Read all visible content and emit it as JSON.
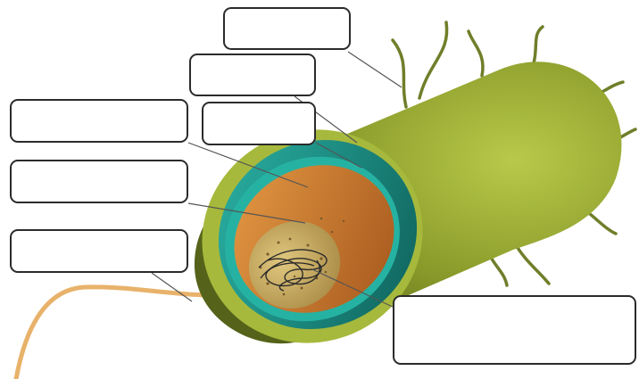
{
  "diagram": {
    "subject": "bacterial-cell",
    "colors": {
      "capsule": "#8a9a2a",
      "capsule_dark": "#5f6e1a",
      "cell_wall": "#1f9a8e",
      "cell_wall_dark": "#0f6c65",
      "membrane": "#d07a2a",
      "cytoplasm": "#c9a860",
      "pili": "#6f7f2a",
      "flagellum": "#e8b26a",
      "dna": "#2a2a2a",
      "label_border": "#2b2b2b"
    },
    "labels": [
      {
        "id": "box-1",
        "text": ""
      },
      {
        "id": "box-2",
        "text": ""
      },
      {
        "id": "box-3",
        "text": ""
      },
      {
        "id": "box-4",
        "text": ""
      },
      {
        "id": "box-5",
        "text": ""
      },
      {
        "id": "box-6",
        "text": ""
      },
      {
        "id": "box-7",
        "text": ""
      }
    ]
  }
}
